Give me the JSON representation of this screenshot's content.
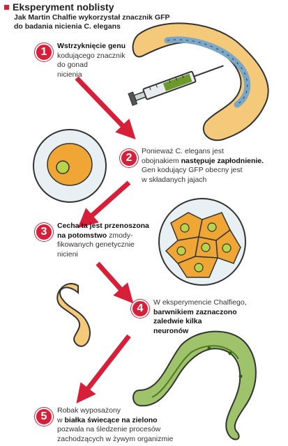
{
  "header": {
    "title": "Eksperyment noblisty",
    "subtitle_line1": "Jak Martin Chalfie wykorzystał znacznik GFP",
    "subtitle_line2": "do badania nicienia C. elegans"
  },
  "steps": [
    {
      "number": "1",
      "bold1": "Wstrzyknięcie genu",
      "line2": "kodującego znacznik",
      "line3": "do gonad",
      "line4": "nicienia"
    },
    {
      "number": "2",
      "line1": "Ponieważ C. elegans jest",
      "line2a": "obojnakiem ",
      "line2b": "następuje zapłodnienie.",
      "line3": "Gen kodujący GFP obecny jest",
      "line4": "w składanych jajach"
    },
    {
      "number": "3",
      "bold1": "Cecha ta jest przenoszona",
      "line2a": "na potomstwo",
      "line2b": " zmody-",
      "line3": "fikowanych genetycznie",
      "line4": "nicieni"
    },
    {
      "number": "4",
      "line1": "W eksperymencie Chalfiego,",
      "bold2": "barwnikiem zaznaczono",
      "bold3": "zaledwie kilka",
      "bold4": "neuronów"
    },
    {
      "number": "5",
      "line1": "Robak wyposażony",
      "line2a": "w ",
      "line2b": "białka świecące na zielono",
      "line3": "pozwala na śledzenie procesów",
      "line4": "zachodzących w żywym organizmie"
    }
  ],
  "colors": {
    "accent": "#d71f3a",
    "worm_skin": "#f4c97a",
    "worm_gut": "#7aa7c7",
    "gfp_green": "#6b9a2a",
    "nucleus_green": "#b7d44a",
    "cell_orange": "#f0a634",
    "egg_shell": "#e9f0f4"
  }
}
